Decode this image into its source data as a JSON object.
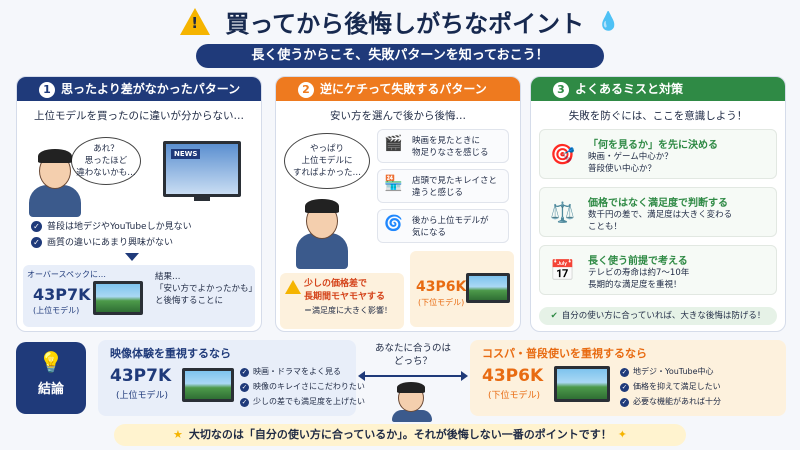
{
  "title": "買ってから後悔しがちなポイント",
  "subtitle": "長く使うからこそ、失敗パターンを知っておこう！",
  "panel1": {
    "num": "1",
    "header": "思ったより差がなかったパターン",
    "lead": "上位モデルを買ったのに違いが分からない…",
    "bubble_l1": "あれ？",
    "bubble_l2": "思ったほど",
    "bubble_l3": "違わないかも…",
    "tv_label": "NEWS",
    "check1": "普段は地デジやYouTubeしか見ない",
    "check2": "画質の違いにあまり興味がない",
    "overspec": "オーバースペックに…",
    "model": "43P7K",
    "model_sub": "(上位モデル)",
    "result_l1": "結果…",
    "result_l2": "「安い方でよかったかも」",
    "result_l3": "と後悔することに"
  },
  "panel2": {
    "num": "2",
    "header": "逆にケチって失敗するパターン",
    "lead": "安い方を選んで後から後悔…",
    "bubble_l1": "やっぱり",
    "bubble_l2": "上位モデルに",
    "bubble_l3": "すればよかった…",
    "item1_l1": "映画を見たときに",
    "item1_l2": "物足りなさを感じる",
    "item2_l1": "店頭で見たキレイさと",
    "item2_l2": "違うと感じる",
    "item3_l1": "後から上位モデルが",
    "item3_l2": "気になる",
    "warn_l1": "少しの価格差で",
    "warn_l2": "長期間モヤモヤする",
    "warn_l3": "＝満足度に大きく影響！",
    "model": "43P6K",
    "model_sub": "(下位モデル)"
  },
  "panel3": {
    "num": "3",
    "header": "よくあるミスと対策",
    "lead": "失敗を防ぐには、ここを意識しよう！",
    "t1": "「何を見るか」を先に決める",
    "d1a": "映画・ゲーム中心か？",
    "d1b": "普段使い中心か？",
    "t2": "価格ではなく満足度で判断する",
    "d2a": "数千円の差で、満足度は大きく変わる",
    "d2b": "ことも！",
    "t3": "長く使う前提で考える",
    "d3a": "テレビの寿命は約7〜10年",
    "d3b": "長期的な満足度を重視！",
    "bar": "自分の使い方に合っていれば、大きな後悔は防げる！"
  },
  "conclusion": {
    "label": "結論",
    "left_head": "映像体験を重視するなら",
    "left_model": "43P7K",
    "left_sub": "(上位モデル)",
    "left_b1": "映画・ドラマをよく見る",
    "left_b2": "映像のキレイさにこだわりたい",
    "left_b3": "少しの差でも満足度を上げたい",
    "mid_l1": "あなたに合うのは",
    "mid_l2": "どっち？",
    "right_head": "コスパ・普段使いを重視するなら",
    "right_model": "43P6K",
    "right_sub": "(下位モデル)",
    "right_b1": "地デジ・YouTube中心",
    "right_b2": "価格を抑えて満足したい",
    "right_b3": "必要な機能があれば十分"
  },
  "footer": "大切なのは「自分の使い方に合っているか」。それが後悔しない一番のポイントです！"
}
